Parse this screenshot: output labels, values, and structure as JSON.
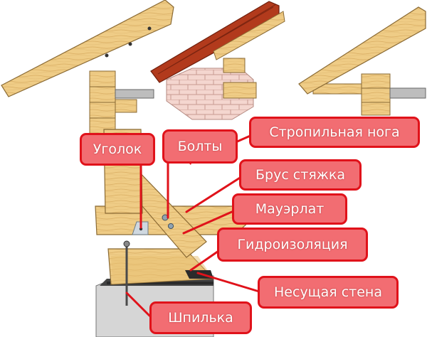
{
  "labels": {
    "rafter_leg": "Стропильная нога",
    "angle_bracket": "Уголок",
    "bolts": "Болты",
    "tie_beam": "Брус стяжка",
    "mauerlat": "Мауэрлат",
    "waterproofing": "Гидроизоляция",
    "bearing_wall": "Несущая стена",
    "stud": "Шпилька"
  },
  "colors": {
    "label_fill": "#f26d72",
    "label_border": "#e0121a",
    "label_text": "#ffffff",
    "wood_light": "#f0cf8a",
    "wood_mid": "#deb164",
    "wood_dark": "#b5853c",
    "brick": "#eec6c0",
    "grey_wall": "#c9c9c9",
    "roof_tile": "#b23a1c"
  },
  "icons": [
    "wood-texture",
    "brick-texture",
    "bolt-icon",
    "metal-angle-icon",
    "threaded-rod-icon"
  ]
}
